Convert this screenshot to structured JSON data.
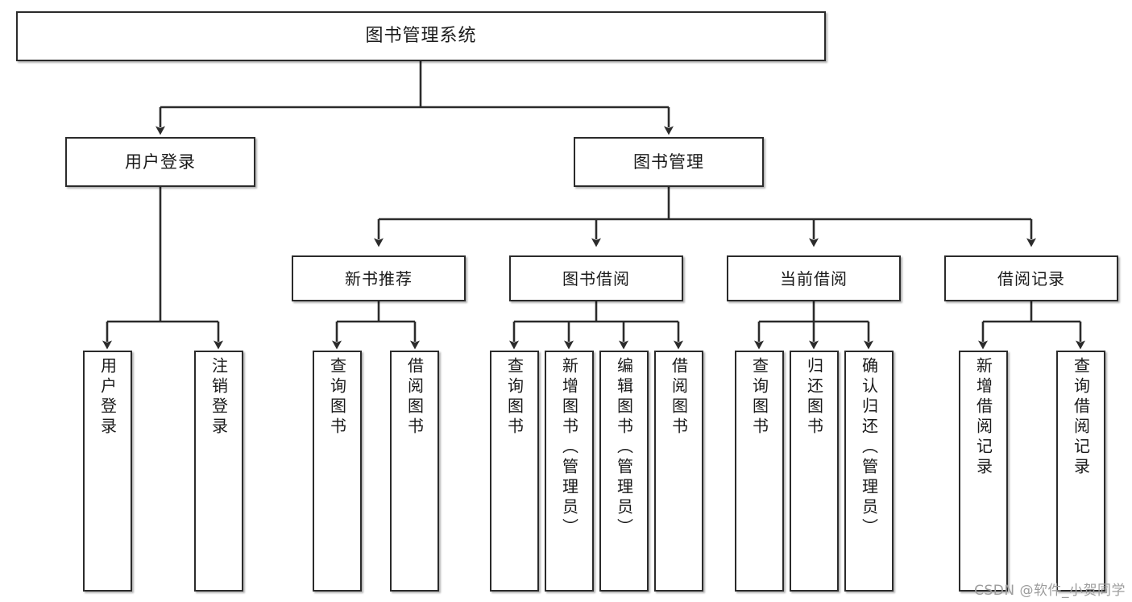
{
  "diagram": {
    "title": "图书管理系统",
    "type": "tree-hierarchy-diagram",
    "colors": {
      "box_border": "#2b2b2b",
      "box_fill": "#ffffff",
      "edge": "#2b2b2b",
      "text": "#1a1a1a",
      "watermark": "#9d9d9d",
      "background": "#ffffff"
    },
    "root": {
      "label": "图书管理系统"
    },
    "level2": [
      {
        "label": "用户登录"
      },
      {
        "label": "图书管理"
      }
    ],
    "level3": [
      {
        "label": "新书推荐"
      },
      {
        "label": "图书借阅"
      },
      {
        "label": "当前借阅"
      },
      {
        "label": "借阅记录"
      }
    ],
    "leaves": {
      "user_login": [
        {
          "label": "用户登录"
        },
        {
          "label": "注销登录"
        }
      ],
      "new_book_recommend": [
        {
          "label": "查询图书"
        },
        {
          "label": "借阅图书"
        }
      ],
      "book_borrow": [
        {
          "label": "查询图书"
        },
        {
          "label": "新增图书（管理员）"
        },
        {
          "label": "编辑图书（管理员）"
        },
        {
          "label": "借阅图书"
        }
      ],
      "current_borrow": [
        {
          "label": "查询图书"
        },
        {
          "label": "归还图书"
        },
        {
          "label": "确认归还（管理员）"
        }
      ],
      "borrow_record": [
        {
          "label": "新增借阅记录"
        },
        {
          "label": "查询借阅记录"
        }
      ]
    }
  },
  "watermark": {
    "text": "CSDN @软件_小贺同学"
  }
}
